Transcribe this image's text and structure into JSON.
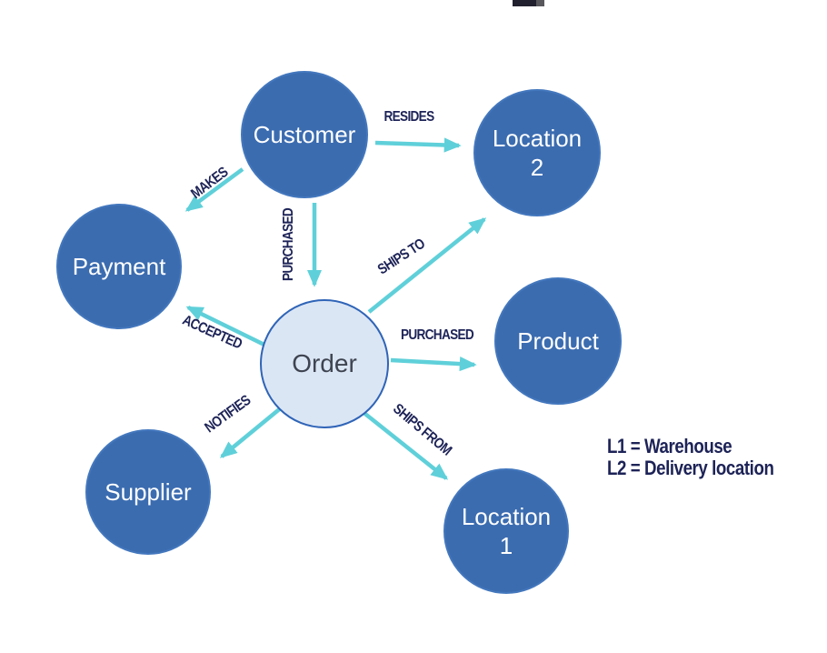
{
  "diagram": {
    "type": "graph",
    "nodes": {
      "customer": {
        "label": "Customer"
      },
      "location2": {
        "line1": "Location",
        "line2": "2"
      },
      "payment": {
        "label": "Payment"
      },
      "product": {
        "label": "Product"
      },
      "order": {
        "label": "Order"
      },
      "supplier": {
        "label": "Supplier"
      },
      "location1": {
        "line1": "Location",
        "line2": "1"
      }
    },
    "edges": {
      "resides": {
        "label": "RESIDES",
        "from": "Customer",
        "to": "Location 2"
      },
      "makes": {
        "label": "MAKES",
        "from": "Customer",
        "to": "Payment"
      },
      "purchased_v": {
        "label": "PURCHASED",
        "from": "Customer",
        "to": "Order"
      },
      "ships_to": {
        "label": "SHIPS TO",
        "from": "Order",
        "to": "Location 2"
      },
      "purchased_h": {
        "label": "PURCHASED",
        "from": "Order",
        "to": "Product"
      },
      "accepted": {
        "label": "ACCEPTED",
        "from": "Order",
        "to": "Payment"
      },
      "notifies": {
        "label": "NOTIFIES",
        "from": "Order",
        "to": "Supplier"
      },
      "ships_from": {
        "label": "SHIPS FROM",
        "from": "Order",
        "to": "Location 1"
      }
    },
    "legend": {
      "line1": "L1 = Warehouse",
      "line2": "L2 = Delivery location"
    },
    "colors": {
      "node_fill": "#3b6cb0",
      "node_text": "#ffffff",
      "order_fill": "#dbe6f5",
      "order_stroke": "#2f64b7",
      "order_text": "#3e4450",
      "arrow": "#5fd0d9",
      "edge_label_text": "#1d2357"
    }
  }
}
